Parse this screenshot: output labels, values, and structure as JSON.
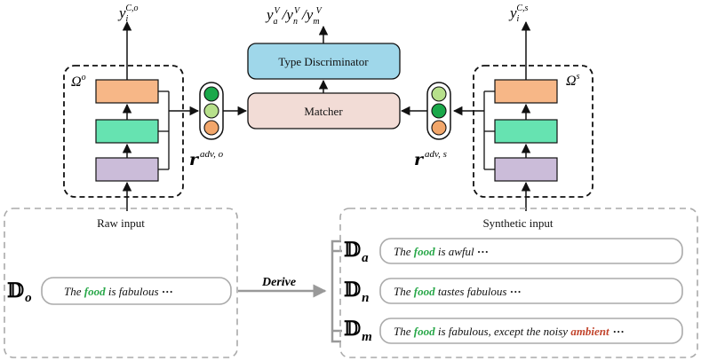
{
  "labels": {
    "output_left": "y",
    "output_left_sub": "i",
    "output_left_sup": "C,o",
    "output_right": "y",
    "output_right_sub": "i",
    "output_right_sup": "C,s",
    "output_center": "y_a^V /y_n^V /y_m^V",
    "output_center_parts": [
      {
        "base": "y",
        "sub": "a",
        "sup": "V"
      },
      {
        "base": "y",
        "sub": "n",
        "sup": "V"
      },
      {
        "base": "y",
        "sub": "m",
        "sup": "V"
      }
    ],
    "type_discriminator": "Type Discriminator",
    "matcher": "Matcher",
    "omega_left": "Ω",
    "omega_left_sup": "o",
    "omega_right": "Ω",
    "omega_right_sup": "s",
    "r_left": "r",
    "r_left_sup": "adv, o",
    "r_right": "r",
    "r_right_sup": "adv, s",
    "raw_input": "Raw input",
    "synthetic_input": "Synthetic input",
    "derive": "Derive"
  },
  "raw": {
    "symbol": "𝔻",
    "subscript": "o",
    "sentence": {
      "before": "The ",
      "keyword": "food",
      "after": " is  fabulous ",
      "ellipsis": "···"
    }
  },
  "synthetic": [
    {
      "symbol": "𝔻",
      "subscript": "a",
      "before": "The ",
      "keyword": "food",
      "after": "  is  awful ",
      "tail_keyword": "",
      "ellipsis": "···"
    },
    {
      "symbol": "𝔻",
      "subscript": "n",
      "before": "The ",
      "keyword": "food",
      "after": " tastes  fabulous ",
      "tail_keyword": "",
      "ellipsis": "···"
    },
    {
      "symbol": "𝔻",
      "subscript": "m",
      "before": "The ",
      "keyword": "food",
      "after": "  is  fabulous, except the noisy ",
      "tail_keyword": "ambient",
      "ellipsis": "···"
    }
  ],
  "colors": {
    "orange_layer": "#f7b787",
    "green_layer": "#66e3b1",
    "purple_layer": "#cbbcd9",
    "type_discriminator": "#9fd7ea",
    "matcher": "#f2dcd6",
    "keyword_green": "#2aa84a",
    "keyword_red": "#c2452d",
    "dashed_gray": "#aaaaaa",
    "arrow_gray": "#999999",
    "light_green_dot": "#b7e08b",
    "dark_green_dot": "#1aa84a",
    "orange_dot": "#f2a66a"
  }
}
